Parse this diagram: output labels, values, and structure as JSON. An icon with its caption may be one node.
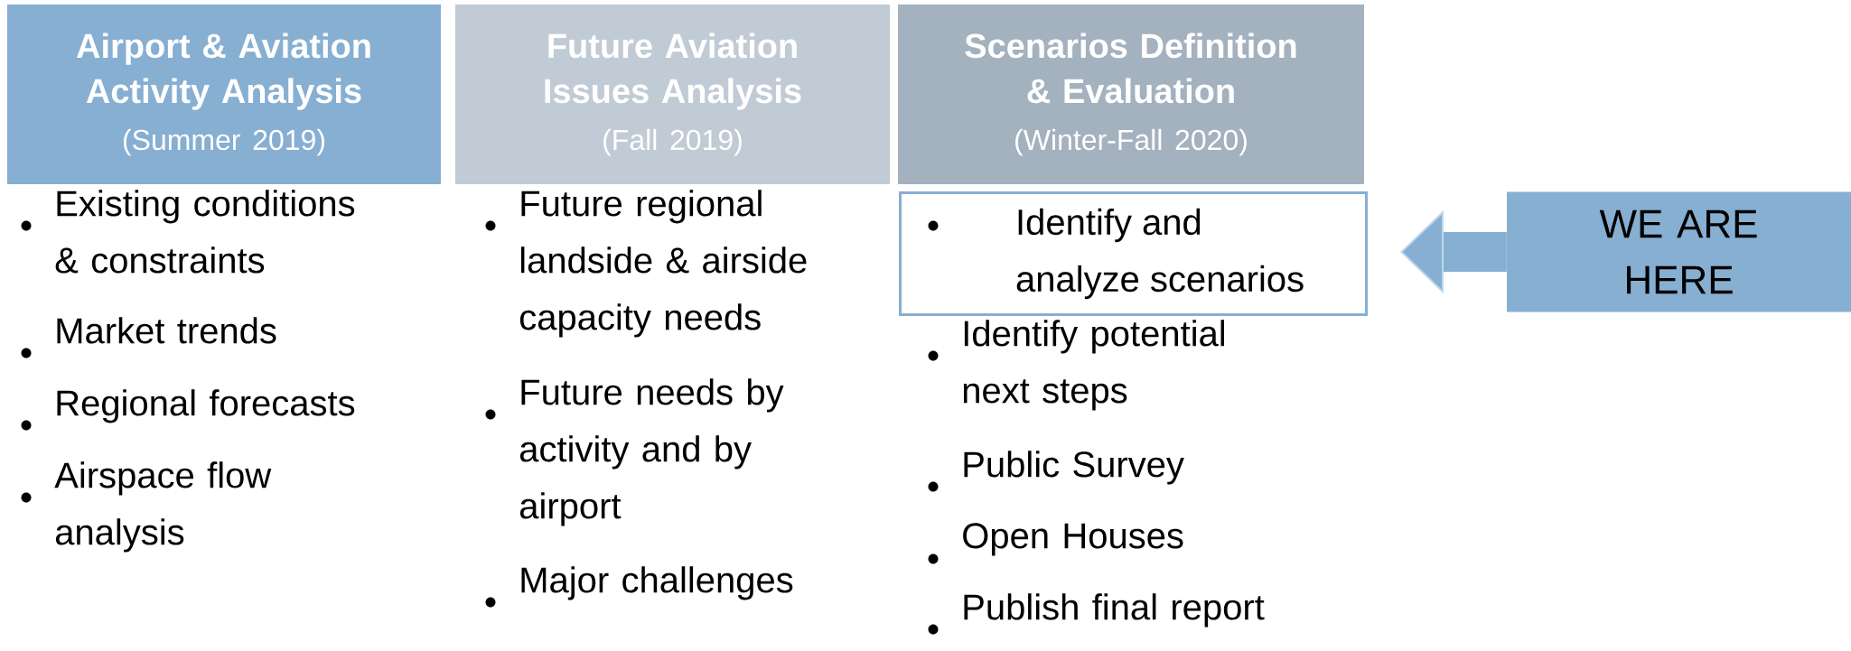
{
  "diagram": {
    "nodes": [
      {
        "text": [
          "Airport & Aviation Activity Analysis",
          "(Summer 2019)"
        ]
      },
      {
        "text": [
          "Future Aviation Issues Analysis",
          "(Fall 2019)"
        ]
      },
      {
        "text": [
          "Scenarios Definition & Evaluation",
          "(Winter-Fall 2020)"
        ]
      },
      {
        "text": [
          "Identify and analyze scenarios"
        ]
      },
      {
        "text": [
          "WE ARE HERE"
        ]
      }
    ],
    "edges": [
      {
        "from": 4,
        "to": 3,
        "arrow": "to"
      }
    ],
    "labels": [
      "Existing conditions & constraints",
      "Market trends",
      "Regional forecasts",
      "Airspace flow analysis",
      "Future regional landside & airside capacity needs",
      "Future needs by activity and by airport",
      "Major challenges",
      "Identify potential next steps",
      "Public Survey",
      "Open Houses",
      "Publish final report"
    ]
  }
}
